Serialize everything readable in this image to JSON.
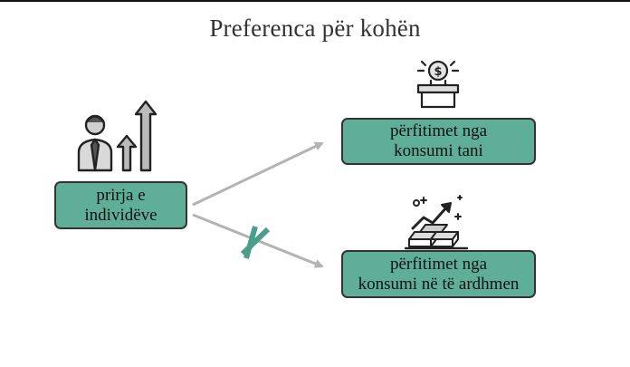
{
  "title": "Preferenca për kohën",
  "left_box": {
    "line1": "prirja e",
    "line2": "individëve"
  },
  "right_top_box": {
    "line1": "përfitimet nga",
    "line2": "konsumi tani"
  },
  "right_bottom_box": {
    "line1": "përfitimet nga",
    "line2": "konsumi në të ardhmen"
  },
  "icons": {
    "person": "person-growth-icon",
    "money": "money-box-icon",
    "gold": "gold-bars-growth-icon",
    "cross": "cross-mark-icon"
  },
  "colors": {
    "box_fill": "#5fae98",
    "arrow": "#b3b3b3",
    "cross": "#4a9e8a"
  }
}
